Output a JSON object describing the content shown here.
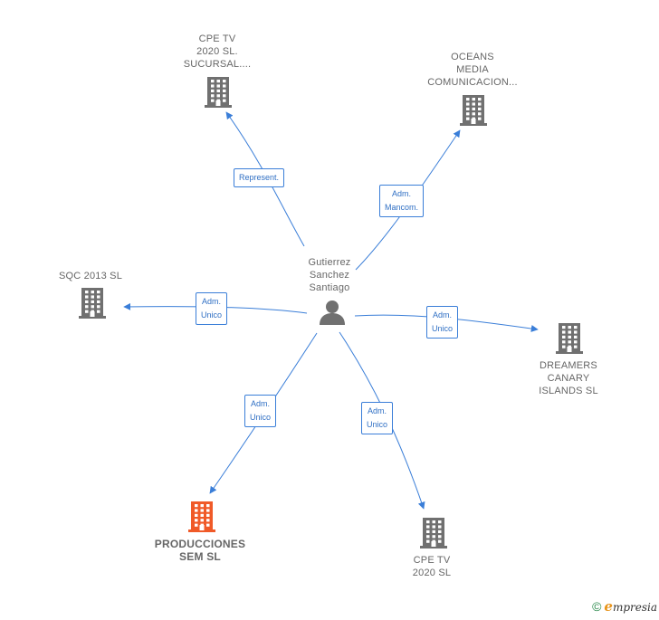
{
  "center": {
    "name_lines": [
      "Gutierrez",
      "Sanchez",
      "Santiago"
    ],
    "icon": "person-icon"
  },
  "companies": [
    {
      "id": "cpe-tv-sucursal",
      "lines": [
        "CPE TV",
        "2020 SL.",
        "SUCURSAL...."
      ],
      "icon": "building-icon",
      "color": "#707070"
    },
    {
      "id": "oceans-media",
      "lines": [
        "OCEANS",
        "MEDIA",
        "COMUNICACION..."
      ],
      "icon": "building-icon",
      "color": "#707070"
    },
    {
      "id": "sqc-2013",
      "lines": [
        "SQC 2013  SL"
      ],
      "icon": "building-icon",
      "color": "#707070"
    },
    {
      "id": "dreamers-canary",
      "lines": [
        "DREAMERS",
        "CANARY",
        "ISLANDS  SL"
      ],
      "icon": "building-icon",
      "color": "#707070"
    },
    {
      "id": "producciones-sem",
      "lines": [
        "PRODUCCIONES",
        "SEM  SL"
      ],
      "icon": "building-icon",
      "color": "#f05a28",
      "highlight": true
    },
    {
      "id": "cpe-tv-2020",
      "lines": [
        "CPE TV",
        "2020  SL"
      ],
      "icon": "building-icon",
      "color": "#707070"
    }
  ],
  "relations": [
    {
      "target": "cpe-tv-sucursal",
      "lines": [
        "Represent."
      ]
    },
    {
      "target": "oceans-media",
      "lines": [
        "Adm.",
        "Mancom."
      ]
    },
    {
      "target": "sqc-2013",
      "lines": [
        "Adm.",
        "Unico"
      ]
    },
    {
      "target": "dreamers-canary",
      "lines": [
        "Adm.",
        "Unico"
      ]
    },
    {
      "target": "producciones-sem",
      "lines": [
        "Adm.",
        "Unico"
      ]
    },
    {
      "target": "cpe-tv-2020",
      "lines": [
        "Adm.",
        "Unico"
      ]
    }
  ],
  "footer": {
    "copyright_symbol": "©",
    "brand_initial": "e",
    "brand_rest": "mpresia"
  },
  "colors": {
    "edge": "#3a7ed8",
    "icon_gray": "#707070",
    "highlight": "#f05a28"
  }
}
